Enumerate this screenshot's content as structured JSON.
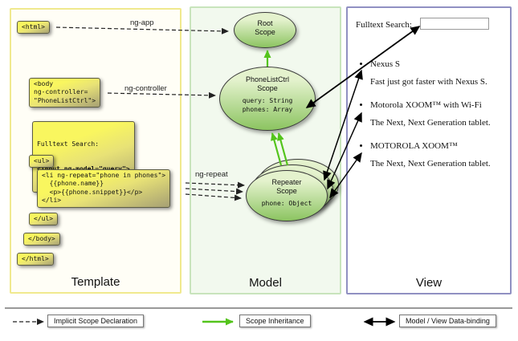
{
  "columns": {
    "template": {
      "label": "Template"
    },
    "model": {
      "label": "Model"
    },
    "view": {
      "label": "View"
    }
  },
  "template_code": {
    "html_open": "<html>",
    "body_open": "<body\nng-controller=\n\"PhoneListCtrl\">",
    "fulltext_label": "Fulltext Search:",
    "input_code": "<input ng-model=\"query\">",
    "ul_open": "<ul>",
    "li_repeat": "<li ng-repeat=\"phone in phones\">\n  {{phone.name}}\n  <p>{{phone.snippet}}</p>\n</li>",
    "ul_close": "</ul>",
    "body_close": "</body>",
    "html_close": "</html>"
  },
  "arrow_labels": {
    "ng_app": "ng-app",
    "ng_controller": "ng-controller",
    "ng_repeat": "ng-repeat"
  },
  "scopes": {
    "root": {
      "title": "Root\nScope"
    },
    "phone_list": {
      "title": "PhoneListCtrl\nScope",
      "prop_query": "query: String",
      "prop_phones": "phones: Array"
    },
    "repeater": {
      "title": "Repeater\nScope",
      "prop_phone": "phone: Object"
    }
  },
  "view": {
    "search_label": "Fulltext Search:",
    "search_value": "",
    "items": [
      {
        "name": "Nexus S",
        "snippet": "Fast just got faster with Nexus S."
      },
      {
        "name": "Motorola XOOM™ with Wi-Fi",
        "snippet": "The Next, Next Generation tablet."
      },
      {
        "name": "MOTOROLA XOOM™",
        "snippet": "The Next, Next Generation tablet."
      }
    ]
  },
  "legend": {
    "implicit": "Implicit Scope Declaration",
    "inheritance": "Scope Inheritance",
    "binding": "Model / View Data-binding"
  },
  "colors": {
    "code_box_yellow": "#f9f65f",
    "scope_green": "#8cc461",
    "inheritance_arrow_green": "#54c41c",
    "template_border": "#f0e98e",
    "model_border": "#c8e4bc",
    "view_border": "#9090c2"
  }
}
